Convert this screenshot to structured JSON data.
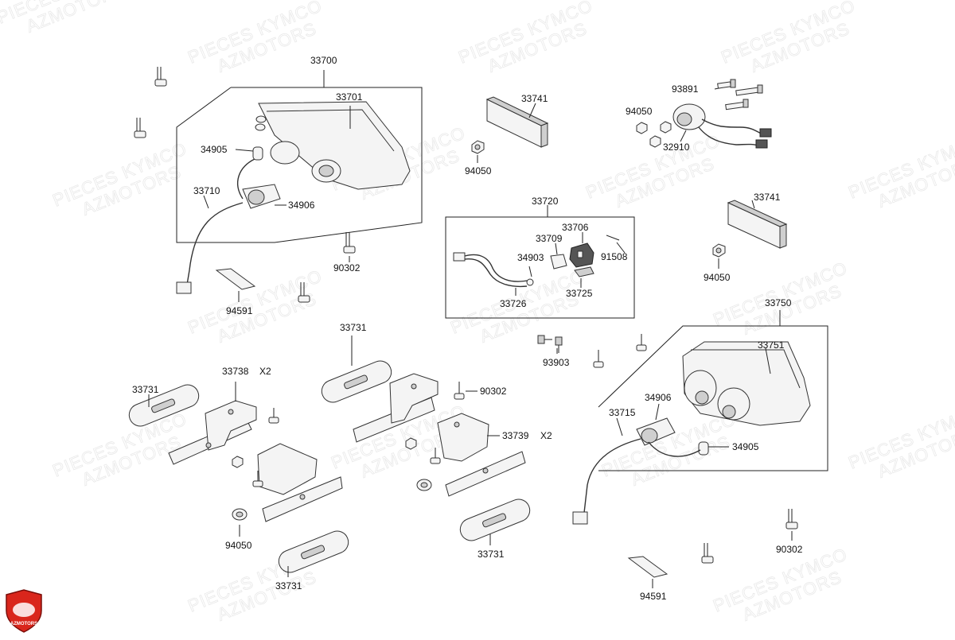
{
  "watermark": {
    "line1": "PIECES KYMCO",
    "line2": "AZMOTORS"
  },
  "logo": {
    "text": "AZMOTORS",
    "color": "#d9261c"
  },
  "parts": {
    "p33700": "33700",
    "p33701": "33701",
    "p34905a": "34905",
    "p33710": "33710",
    "p34906a": "34906",
    "p90302a": "90302",
    "p94591a": "94591",
    "p33741a": "33741",
    "p94050a": "94050",
    "p93891": "93891",
    "p94050b": "94050",
    "p32910": "32910",
    "p33720": "33720",
    "p33706": "33706",
    "p33709": "33709",
    "p34903": "34903",
    "p91508": "91508",
    "p33726": "33726",
    "p33725": "33725",
    "p33741b": "33741",
    "p94050c": "94050",
    "p33731a": "33731",
    "p33738": "33738",
    "p33738x": "X2",
    "p33731b": "33731",
    "p90302b": "90302",
    "p33739": "33739",
    "p33739x": "X2",
    "p94050d": "94050",
    "p33731c": "33731",
    "p33731d": "33731",
    "p93903": "93903",
    "p33750": "33750",
    "p33751": "33751",
    "p34906b": "34906",
    "p33715": "33715",
    "p34905b": "34905",
    "p90302c": "90302",
    "p94591b": "94591"
  }
}
